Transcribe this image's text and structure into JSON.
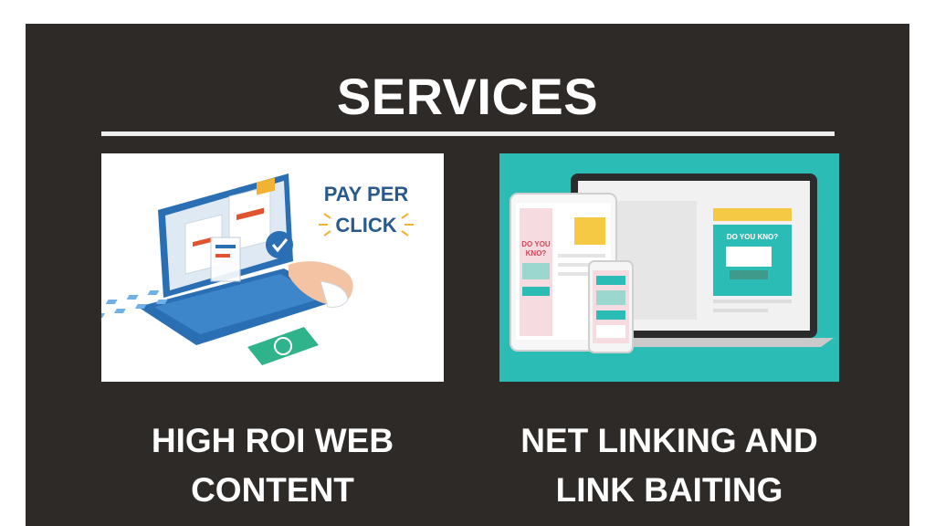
{
  "slide": {
    "title": "SERVICES",
    "services": [
      {
        "image_text": {
          "line1": "PAY PER",
          "line2": "CLICK"
        },
        "caption": {
          "line1": "HIGH ROI WEB",
          "line2": "CONTENT"
        }
      },
      {
        "image_text": {
          "tablet_line1": "DO YOU",
          "tablet_line2": "KNO?",
          "laptop_line1": "DO YOU KNO?"
        },
        "caption": {
          "line1": "NET LINKING AND",
          "line2": "LINK BAITING"
        }
      }
    ]
  },
  "colors": {
    "background": "#2e2a28",
    "accent_teal": "#2bbcb6",
    "ppc_blue": "#2a6fb3",
    "text": "#ffffff"
  }
}
